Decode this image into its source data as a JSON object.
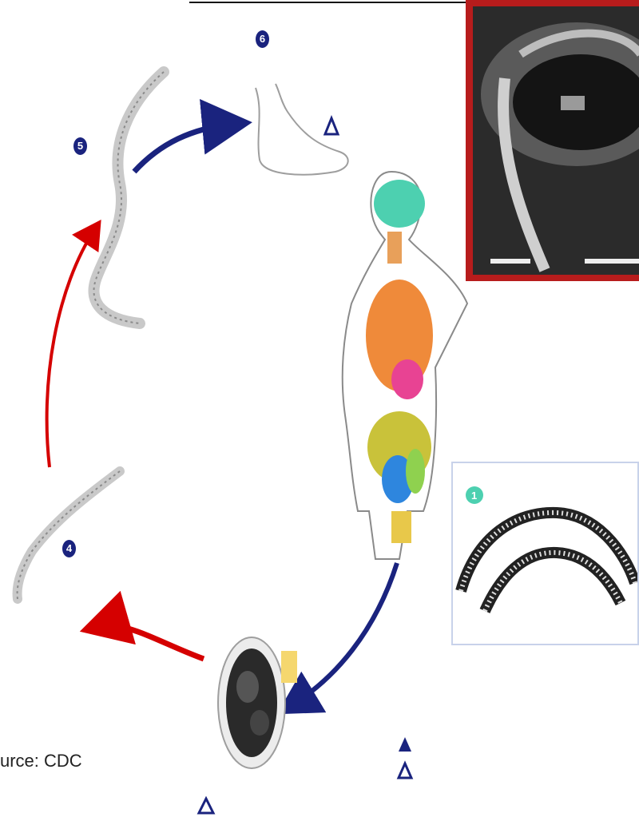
{
  "source": "urce: CDC",
  "stages": {
    "stage_6": {
      "number": "6",
      "caption": ""
    },
    "stage_5": {
      "number": "5",
      "caption": ""
    },
    "stage_4": {
      "number": "4",
      "caption": ""
    },
    "stage_1": {
      "number": "1",
      "caption": ""
    }
  },
  "colors": {
    "arrow_blue": "#1a237e",
    "arrow_red": "#d50000",
    "frame_red": "#b71c1c",
    "stage_dot": "#1a237e",
    "stage_dot_teal": "#4dd0b0"
  }
}
